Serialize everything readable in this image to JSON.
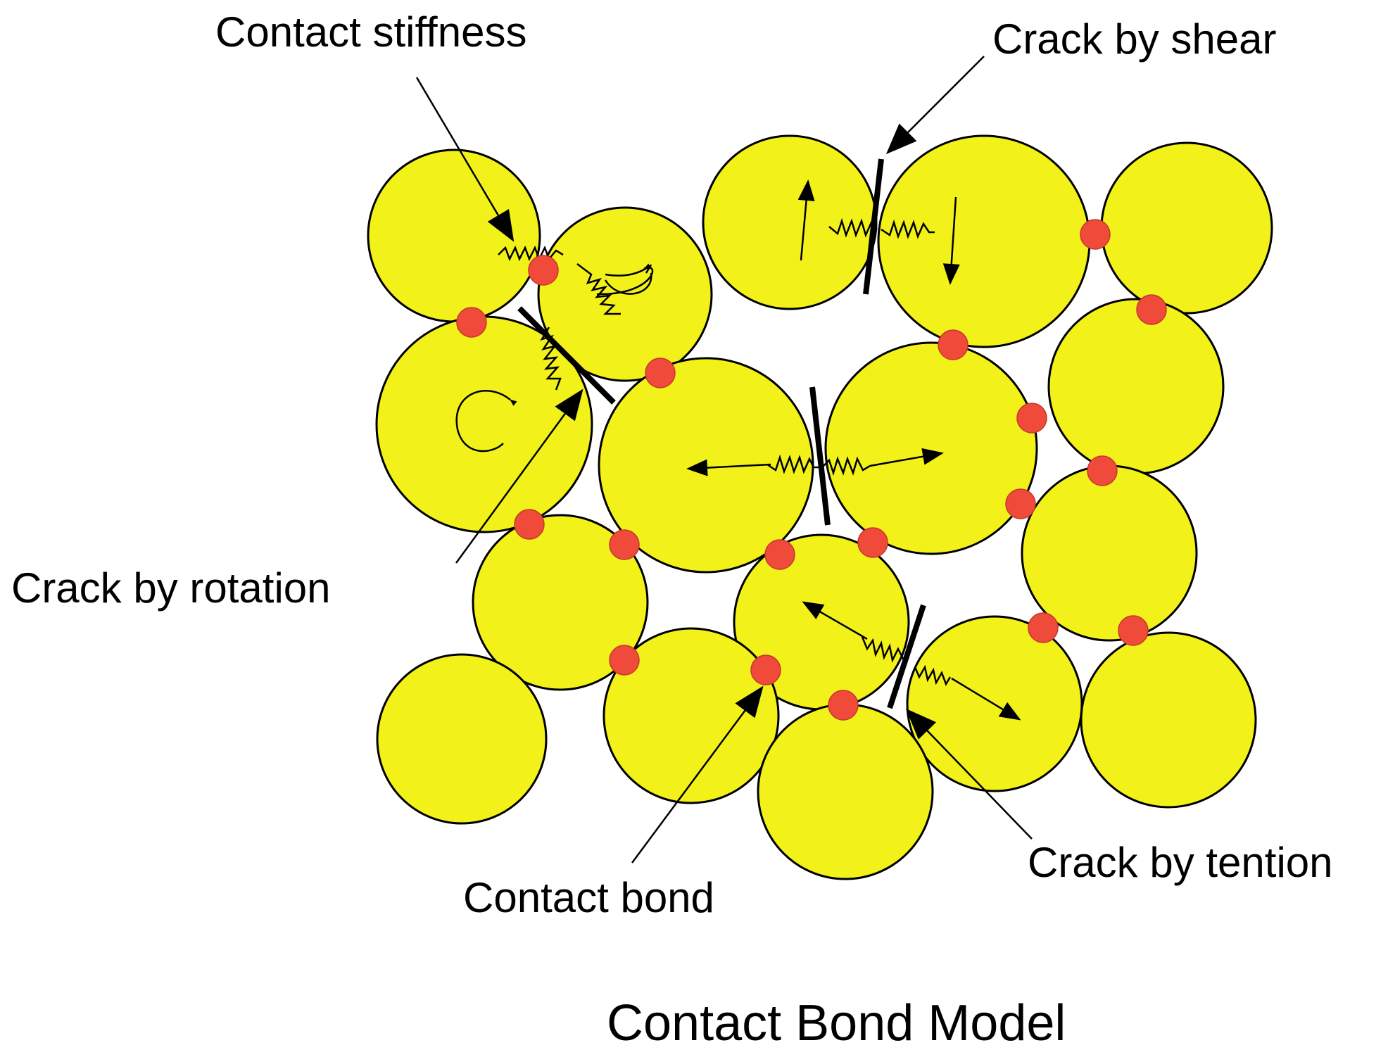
{
  "colors": {
    "particle_fill": "#f2f21a",
    "bond_fill": "#f04a3a",
    "outline": "#000000",
    "background": "#ffffff"
  },
  "labels": {
    "contact_stiffness": "Contact stiffness",
    "crack_by_shear": "Crack by shear",
    "crack_by_rotation": "Crack by rotation",
    "contact_bond": "Contact bond",
    "crack_by_tension": "Crack by tention"
  },
  "title": "Contact Bond Model"
}
